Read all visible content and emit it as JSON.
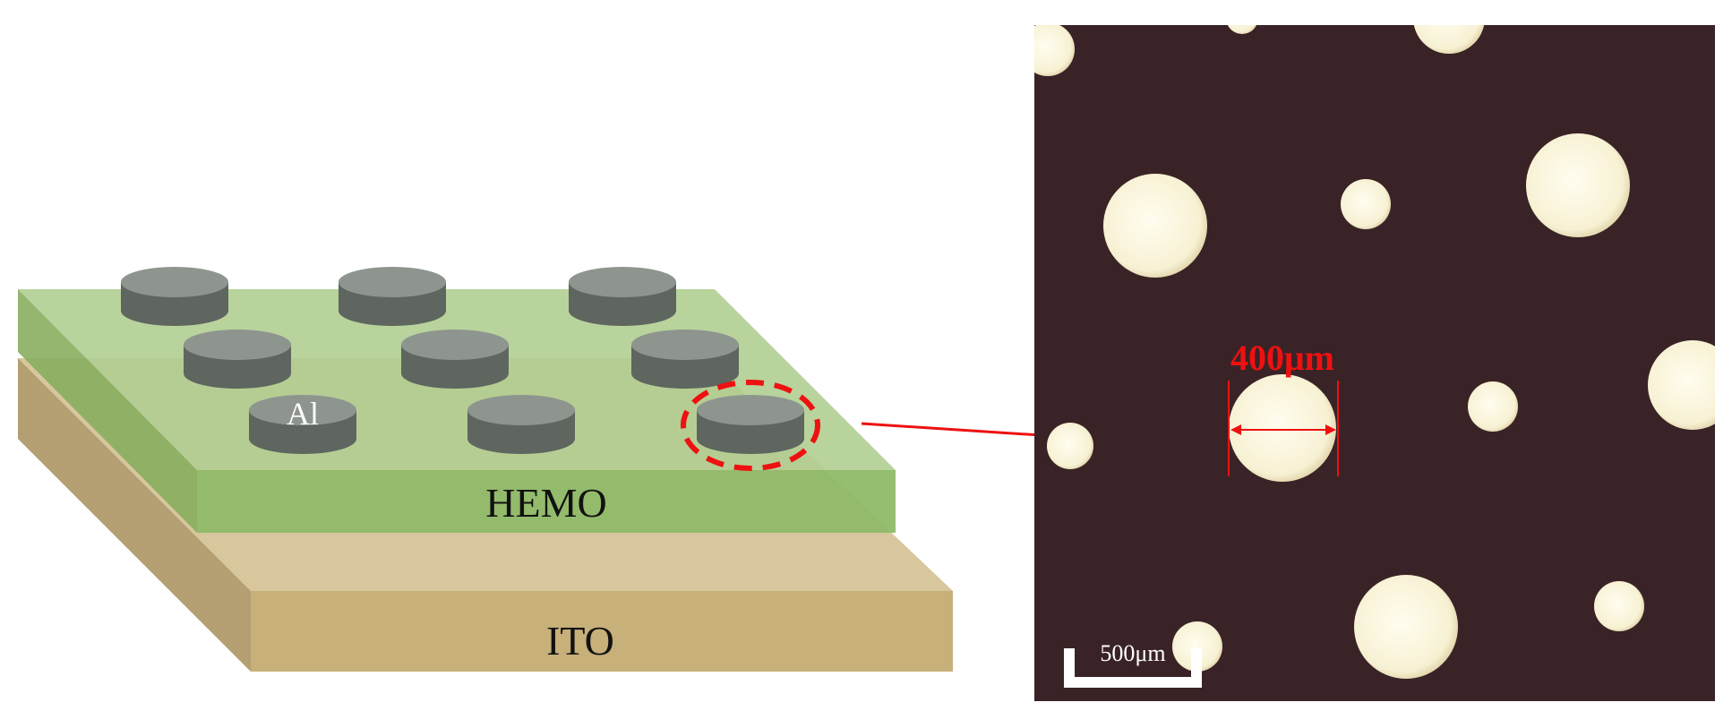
{
  "schematic": {
    "labels": {
      "electrode": "Al",
      "active_layer": "HEMO",
      "substrate": "ITO"
    },
    "colors": {
      "active_layer": "#8fbf6f",
      "substrate": "#c7b079",
      "electrode": "#5e665f",
      "highlight": "#ee1111"
    }
  },
  "micrograph": {
    "feature_size_label": "400μm",
    "scale_bar_label": "500μm",
    "colors": {
      "background": "#3a2326",
      "dots": "#fbf7df",
      "annotation": "#ee1111"
    }
  }
}
